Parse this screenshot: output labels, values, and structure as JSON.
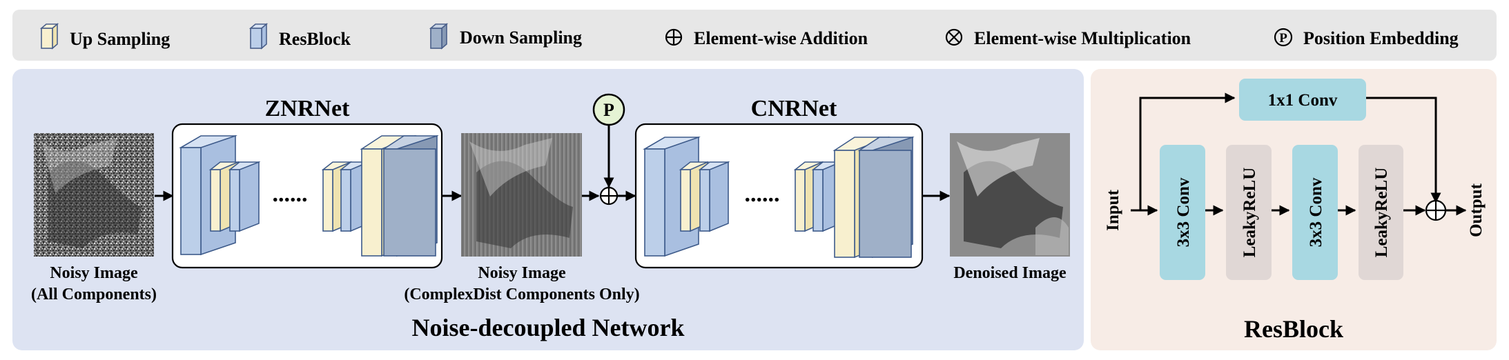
{
  "legend": {
    "up_sampling": "Up Sampling",
    "resblock": "ResBlock",
    "down_sampling": "Down Sampling",
    "addition": "Element-wise Addition",
    "multiplication": "Element-wise Multiplication",
    "position_embedding": "Position Embedding",
    "position_symbol": "P"
  },
  "network": {
    "title": "Noise-decoupled Network",
    "znrnet_title": "ZNRNet",
    "cnrnet_title": "CNRNet",
    "dots": "......",
    "position_symbol": "P",
    "noisy_image_label_1": "Noisy Image",
    "noisy_image_label_2": "(All Components)",
    "middle_image_label_1": "Noisy Image",
    "middle_image_label_2": "(ComplexDist Components Only)",
    "denoised_image_label": "Denoised Image"
  },
  "resblock": {
    "title": "ResBlock",
    "skip_conv": "1x1 Conv",
    "conv1": "3x3 Conv",
    "relu1": "LeakyReLU",
    "conv2": "3x3 Conv",
    "relu2": "LeakyReLU",
    "input_label": "Input",
    "output_label": "Output"
  },
  "colors": {
    "legend_bg": "#e7e7e7",
    "network_bg": "#dde3f2",
    "resblock_bg": "#f7ece6",
    "conv_block": "#a8d8e2",
    "relu_block": "#e0d7d5",
    "resblock_layer": "#bccfe9",
    "upsample_layer": "#f8f0cf",
    "downsample_layer": "#9fb0c8",
    "position_circle": "#e5f3d4"
  }
}
